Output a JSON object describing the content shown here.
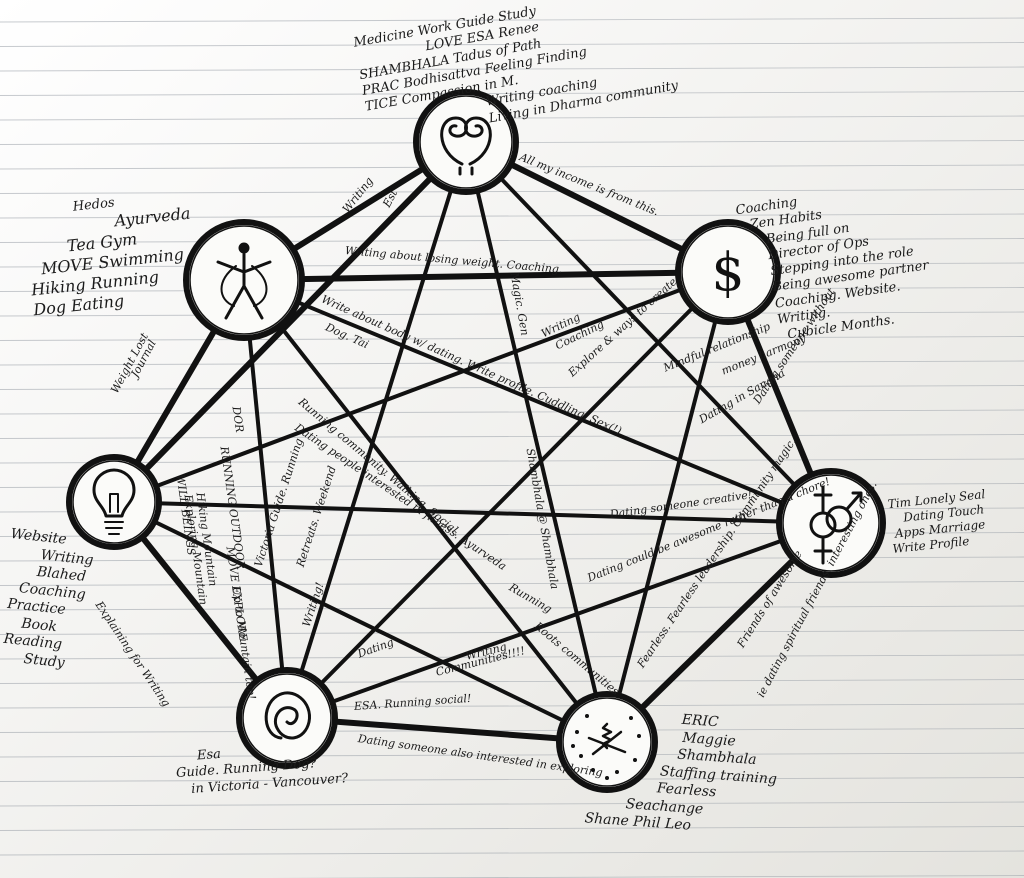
{
  "nodes": [
    {
      "id": "spirit",
      "icon": "vortex-icon"
    },
    {
      "id": "money",
      "icon": "dollar-icon",
      "glyph": "$"
    },
    {
      "id": "body",
      "icon": "stick-figure-icon"
    },
    {
      "id": "mind",
      "icon": "lightbulb-icon"
    },
    {
      "id": "family",
      "icon": "spiral-icon"
    },
    {
      "id": "friends",
      "icon": "starburst-icon"
    },
    {
      "id": "romance",
      "icon": "gender-symbols-icon"
    }
  ],
  "notes": {
    "spirit": [
      "Medicine Work  Guide Study",
      "LOVE   ESA  Renee",
      "SHAMBHALA  Tadus of Path",
      "PRAC   Bodhisattva  Feeling Finding",
      "TICE        Compassion in M.",
      "Writing coaching",
      "Living in Dharma community"
    ],
    "money": [
      "Coaching",
      "Zen Habits",
      "Being full on",
      "Director of Ops",
      "Stepping into the role",
      "Being awesome partner",
      "Coaching. Website.",
      "Writing.",
      "Cubicle Months."
    ],
    "body": [
      "Hedos",
      "Ayurveda",
      "Tea   Gym",
      "MOVE  Swimming",
      "Hiking  Running",
      "Dog    Eating"
    ],
    "mind": [
      "Website",
      "Writing",
      "Blahed",
      "Coaching",
      "Practice",
      "Book",
      "Reading",
      "Study"
    ],
    "family": [
      "Esa",
      "Guide. Running Dog?",
      "in Victoria - Vancouver?"
    ],
    "friends": [
      "ERIC",
      "Maggie",
      "Shambhala",
      "Staffing training",
      "Fearless",
      "Seachange",
      "Shane  Phil  Leo"
    ],
    "romance": [
      "Tim  Lonely Seal",
      "Dating Touch",
      "Apps  Marriage",
      "Write Profile"
    ]
  },
  "edge_labels": [
    "All my income is from this.",
    "Writing about losing weight. Coaching.",
    "Writing",
    "Est",
    "Write about body w/ dating. Write profile. Cuddling. Sex(!)",
    "Dog. Tai",
    "Writing",
    "Coaching",
    "Explore & ways to create",
    "Magic. Gen",
    "Mindful relationship",
    "money harmony",
    "Dating someone without",
    "Dating in Sangha",
    "Running community. Walking. Social.",
    "Dating people interested in fitness. Ayurveda",
    "Shambhala @ Shambhala",
    "Dating someone creative!",
    "Dating could be awesome rather than a chore!",
    "Fearless. Fearless leadership. Community magic.",
    "Friends of awesome",
    "ie dating spiritual friends. interesting ones.",
    "DOR",
    "RUNNING OUTDOOR",
    "MOVE EXPLORE",
    "Hiking Mountain",
    "Exploring Mountain",
    "WILD BEINGS",
    "Up to Mountain top!",
    "Victoria Guide. Running",
    "Retreats. Weekend",
    "Writing!",
    "Explaining for Writing",
    "Dating",
    "Writing",
    "Communities!!!!",
    "Running",
    "Roots communities",
    "ESA. Running social!",
    "Dating someone also interested in exploring",
    "Weight Lost",
    "Journal"
  ]
}
